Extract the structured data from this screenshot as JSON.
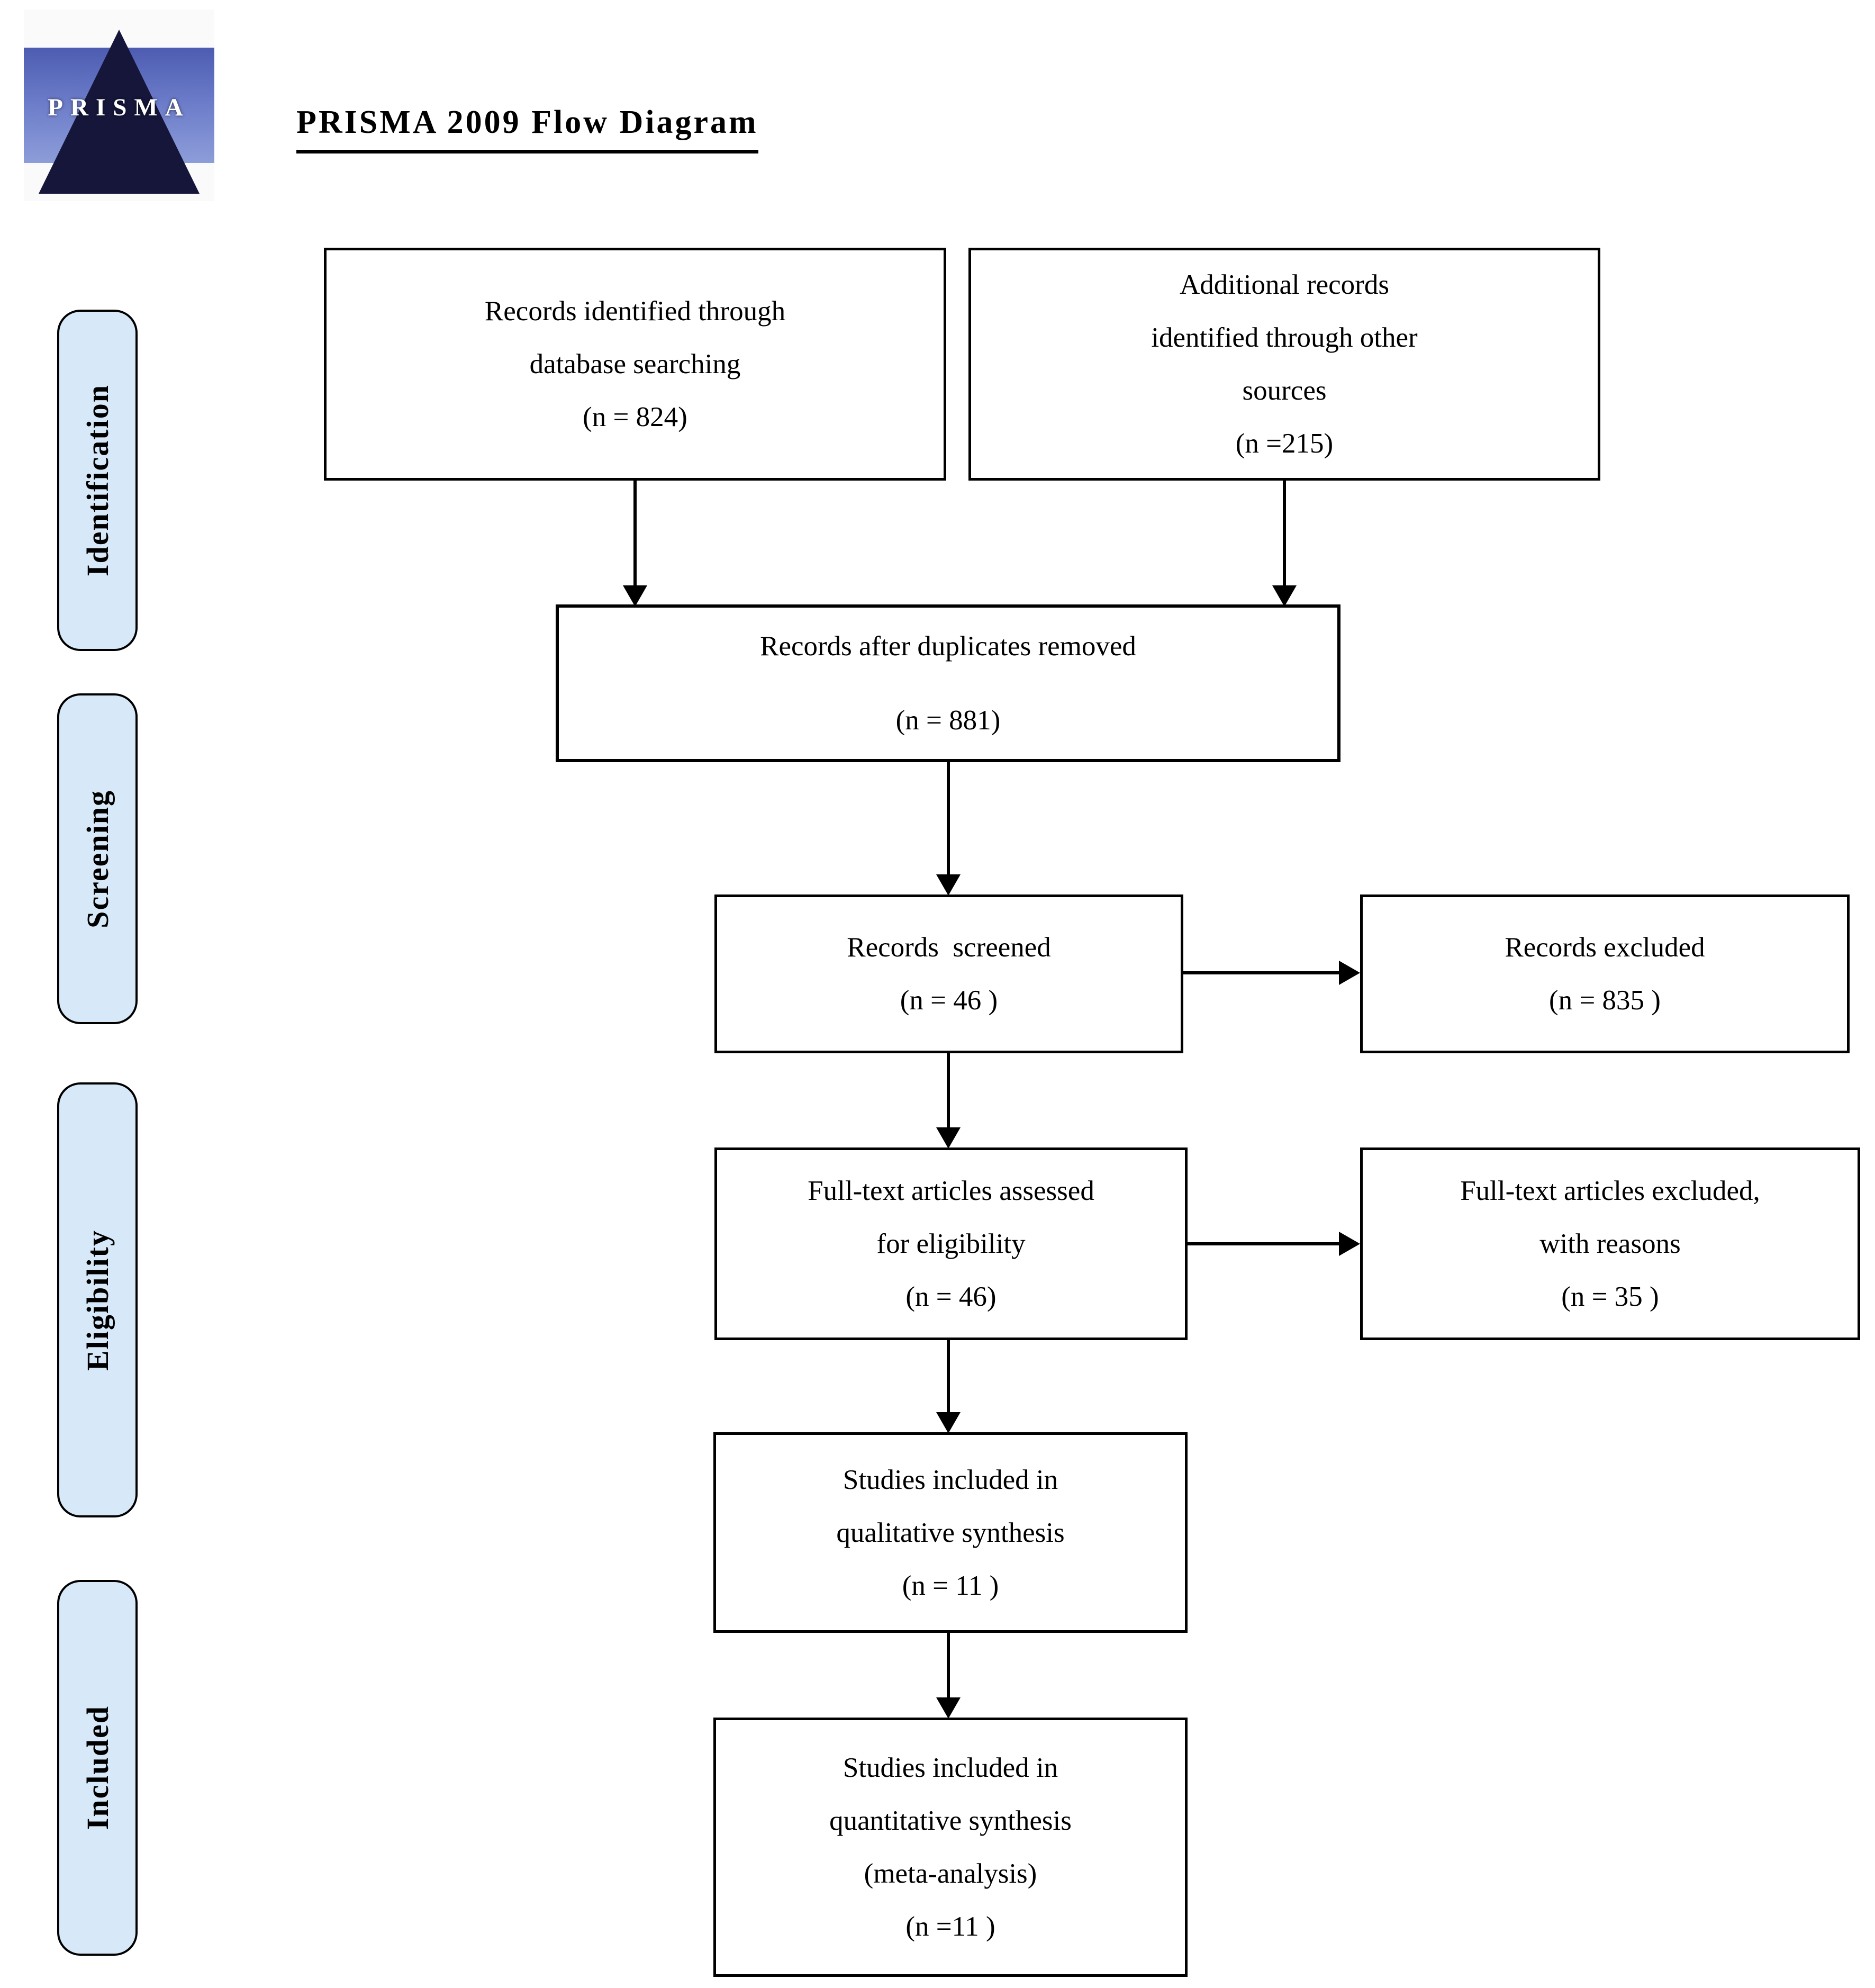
{
  "title": "PRISMA 2009 Flow Diagram",
  "logo": {
    "text": "PRISMA"
  },
  "phases": [
    {
      "label": "Identification"
    },
    {
      "label": "Screening"
    },
    {
      "label": "Eligibility"
    },
    {
      "label": "Included"
    }
  ],
  "boxes": {
    "identified": {
      "lines": [
        "Records identified through",
        "database searching",
        "(n = 824)"
      ]
    },
    "additional": {
      "lines": [
        "Additional records",
        "identified through other",
        "sources",
        "(n =215)"
      ]
    },
    "deduplicated": {
      "lines": [
        "Records after duplicates removed",
        "(n = 881)"
      ]
    },
    "screened": {
      "lines": [
        "Records  screened",
        "(n = 46 )"
      ]
    },
    "excluded": {
      "lines": [
        "Records excluded",
        "(n = 835 )"
      ]
    },
    "fulltext": {
      "lines": [
        "Full-text articles assessed",
        "for eligibility",
        "(n = 46)"
      ]
    },
    "fulltext_excluded": {
      "lines": [
        "Full-text articles excluded,",
        "with reasons",
        "(n = 35 )"
      ]
    },
    "qualitative": {
      "lines": [
        "Studies included in",
        "qualitative synthesis",
        "(n = 11 )"
      ]
    },
    "quantitative": {
      "lines": [
        "Studies included in",
        "quantitative synthesis",
        "(meta-analysis)",
        "(n =11 )"
      ]
    }
  },
  "colors": {
    "phase_fill": "#d7e9f8",
    "border": "#000000",
    "logo_band": "#5a6cc0",
    "logo_triangle": "#15163a"
  }
}
